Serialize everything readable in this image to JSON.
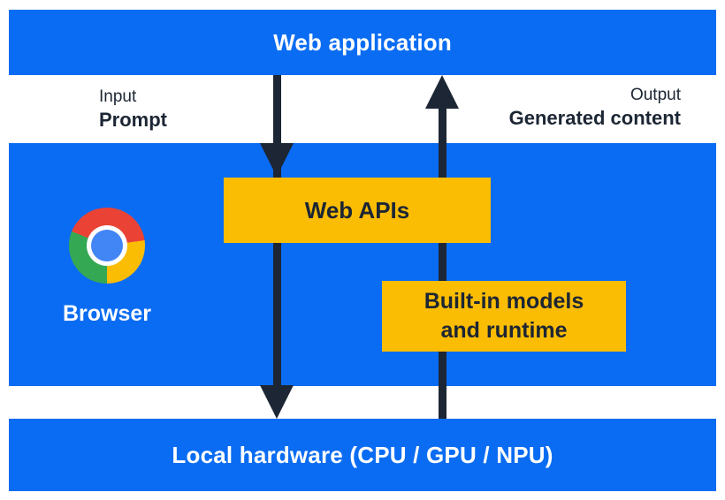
{
  "diagram": {
    "bands": {
      "web_application": {
        "label": "Web application"
      },
      "browser": {
        "label": "Browser"
      },
      "local_hardware": {
        "label": "Local hardware (CPU / GPU / NPU)"
      }
    },
    "io": {
      "input": {
        "caption": "Input",
        "label": "Prompt"
      },
      "output": {
        "caption": "Output",
        "label": "Generated content"
      }
    },
    "boxes": {
      "web_apis": {
        "label": "Web APIs"
      },
      "builtin_models": {
        "label_line1": "Built-in models",
        "label_line2": "and runtime"
      }
    },
    "icons": {
      "chrome_logo": "chrome-logo-icon",
      "down_arrow": "arrow-down-icon",
      "up_arrow": "arrow-up-icon"
    },
    "arrows": {
      "down": "Prompt flows down from Web application through Web APIs to Local hardware",
      "up": "Generated content flows up from Local hardware through Built-in models and runtime to Web application"
    },
    "colors": {
      "band_blue": "#0a6cf2",
      "box_yellow": "#fbbc04",
      "arrow_navy": "#1c2634",
      "text_white": "#ffffff",
      "chrome_red": "#EA4335",
      "chrome_green": "#34A853",
      "chrome_yellow": "#FBBC04",
      "chrome_blue": "#4285F4"
    }
  }
}
